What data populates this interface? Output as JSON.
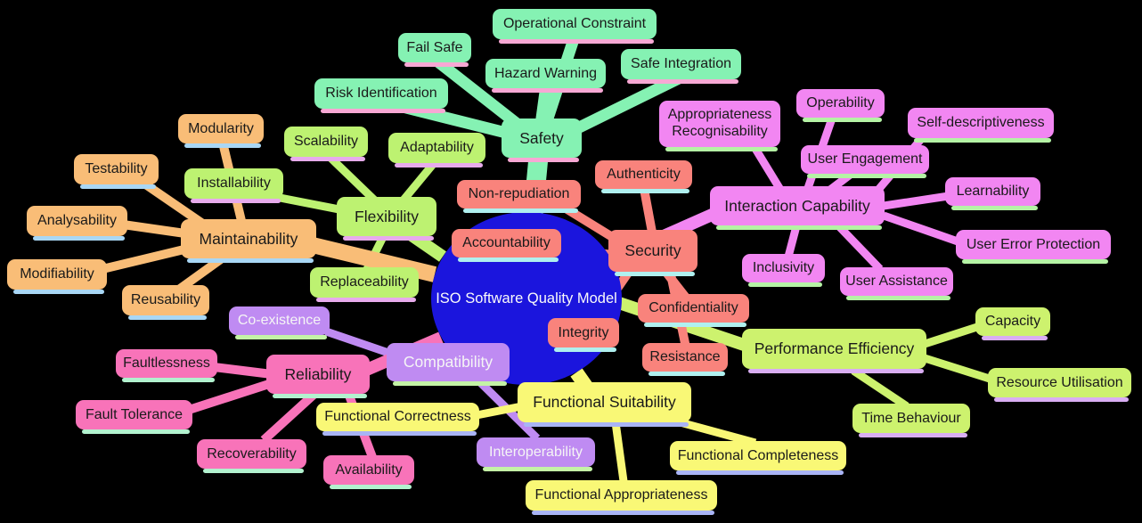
{
  "root": {
    "label": "ISO Software Quality Model",
    "color": "#1b15dd",
    "text_color": "#fafafa"
  },
  "branches": [
    {
      "name": "safety",
      "label": "Safety",
      "color": "#85f2b3",
      "shadow_color": "#f7a8d4",
      "text_color": "#1a1a1a",
      "children": [
        "Fail Safe",
        "Operational Constraint",
        "Hazard Warning",
        "Safe Integration",
        "Risk Identification"
      ]
    },
    {
      "name": "flexibility",
      "label": "Flexibility",
      "color": "#bdf271",
      "shadow_color": "#e7abec",
      "text_color": "#1a1a1a",
      "children": [
        "Scalability",
        "Adaptability",
        "Installability",
        "Replaceability"
      ]
    },
    {
      "name": "maintainability",
      "label": "Maintainability",
      "color": "#f9bd77",
      "shadow_color": "#a9d7f5",
      "text_color": "#1a1a1a",
      "children": [
        "Modularity",
        "Testability",
        "Analysability",
        "Modifiability",
        "Reusability"
      ]
    },
    {
      "name": "security",
      "label": "Security",
      "color": "#f9837c",
      "shadow_color": "#aff0ef",
      "text_color": "#1a1a1a",
      "children": [
        "Non-repudiation",
        "Authenticity",
        "Accountability",
        "Confidentiality",
        "Integrity",
        "Resistance"
      ]
    },
    {
      "name": "interaction-capability",
      "label": "Interaction Capability",
      "color": "#f286f2",
      "shadow_color": "#b5f3a5",
      "text_color": "#1a1a1a",
      "children": [
        "Appropriateness Recognisability",
        "Operability",
        "Self-descriptiveness",
        "User Engagement",
        "Learnability",
        "User Error Protection",
        "Inclusivity",
        "User Assistance"
      ]
    },
    {
      "name": "performance-efficiency",
      "label": "Performance Efficiency",
      "color": "#cdf26e",
      "shadow_color": "#d9aef3",
      "text_color": "#1a1a1a",
      "children": [
        "Capacity",
        "Resource Utilisation",
        "Time Behaviour"
      ]
    },
    {
      "name": "reliability",
      "label": "Reliability",
      "color": "#f873b9",
      "shadow_color": "#b2f2cf",
      "text_color": "#1a1a1a",
      "children": [
        "Faultlessness",
        "Fault Tolerance",
        "Recoverability",
        "Availability"
      ]
    },
    {
      "name": "compatibility",
      "label": "Compatibility",
      "color": "#bf8bf2",
      "shadow_color": "#c4f3a6",
      "text_color": "#f5f5f5",
      "children": [
        "Co-existence",
        "Interoperability"
      ]
    },
    {
      "name": "functional-suitability",
      "label": "Functional Suitability",
      "color": "#f9f876",
      "shadow_color": "#a9b4f5",
      "text_color": "#1a1a1a",
      "children": [
        "Functional Correctness",
        "Functional Completeness",
        "Functional Appropriateness"
      ]
    }
  ]
}
